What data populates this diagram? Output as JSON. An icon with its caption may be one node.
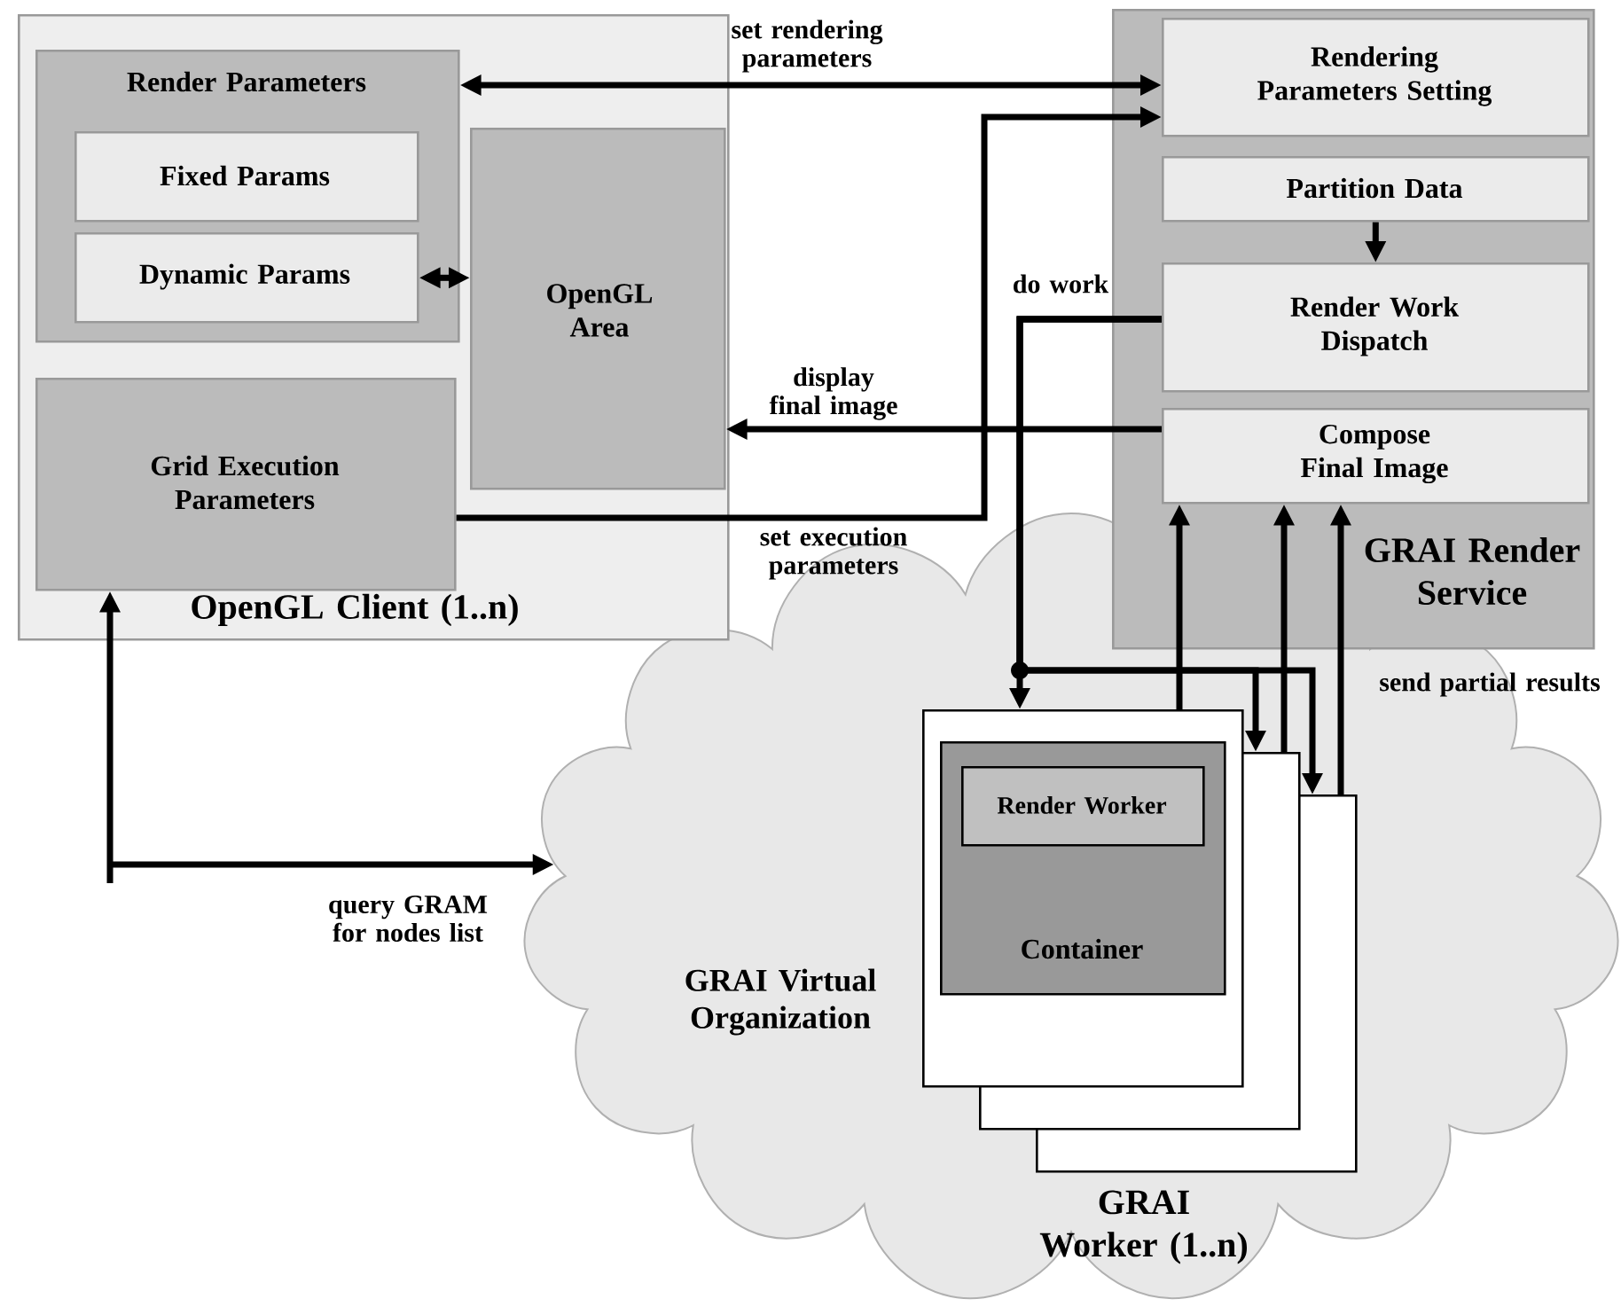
{
  "diagram": {
    "nodes": [
      {
        "text": [
          "OpenGL Client (1..n)"
        ]
      },
      {
        "text": [
          "Render Parameters"
        ],
        "in": 0
      },
      {
        "text": [
          "Fixed Params"
        ],
        "in": 1
      },
      {
        "text": [
          "Dynamic Params"
        ],
        "in": 1
      },
      {
        "text": [
          "OpenGL Area"
        ],
        "in": 0
      },
      {
        "text": [
          "Grid Execution Parameters"
        ],
        "in": 0
      },
      {
        "text": [
          "GRAI Render Service"
        ]
      },
      {
        "text": [
          "Rendering Parameters Setting"
        ],
        "in": 6
      },
      {
        "text": [
          "Partition Data"
        ],
        "in": 6
      },
      {
        "text": [
          "Render Work Dispatch"
        ],
        "in": 6
      },
      {
        "text": [
          "Compose Final Image"
        ],
        "in": 6
      },
      {
        "text": [
          "GRAI Virtual Organization"
        ]
      },
      {
        "text": [
          "GRAI Worker (1..n)"
        ],
        "in": 11
      },
      {
        "text": [],
        "shape": "box",
        "in": 11
      },
      {
        "text": [],
        "shape": "box",
        "in": 11
      },
      {
        "text": [
          "Container"
        ],
        "in": 12
      },
      {
        "text": [
          "Render Worker"
        ],
        "in": 15
      }
    ],
    "edges": [
      {
        "from": 1,
        "to": 7,
        "arrow": "both",
        "label": "set rendering parameters"
      },
      {
        "from": 3,
        "to": 4,
        "arrow": "both"
      },
      {
        "from": 5,
        "to": 7,
        "arrow": "to",
        "label": "set execution parameters"
      },
      {
        "from": 8,
        "to": 9,
        "arrow": "to"
      },
      {
        "from": 10,
        "to": 4,
        "arrow": "to",
        "label": "display final image"
      },
      {
        "from": 9,
        "to": 12,
        "arrow": "to",
        "label": "do work"
      },
      {
        "from": 9,
        "to": 13,
        "arrow": "to"
      },
      {
        "from": 9,
        "to": 14,
        "arrow": "to"
      },
      {
        "from": 12,
        "to": 10,
        "arrow": "to"
      },
      {
        "from": 13,
        "to": 10,
        "arrow": "to"
      },
      {
        "from": 14,
        "to": 10,
        "arrow": "to",
        "label": "send partial results"
      },
      {
        "from": 5,
        "to": 11,
        "arrow": "both",
        "label": "query GRAM for nodes list"
      }
    ]
  }
}
